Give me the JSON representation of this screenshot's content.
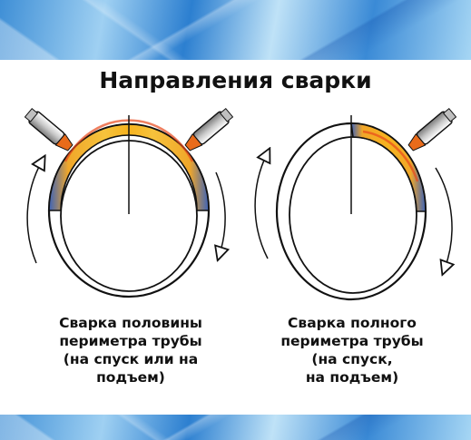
{
  "title": "Направления сварки",
  "left_caption": {
    "lines": [
      "Сварка половины",
      "периметра трубы",
      "(на спуск или на",
      "подъем)"
    ]
  },
  "right_caption": {
    "lines": [
      "Сварка полного",
      "периметра трубы",
      "(на спуск,",
      "на подъем)"
    ]
  },
  "colors": {
    "heat_hot": "#f7b31e",
    "heat_edge": "#e8491b",
    "cooled_blue": "#3d63b8",
    "pipe_line": "#111111"
  }
}
